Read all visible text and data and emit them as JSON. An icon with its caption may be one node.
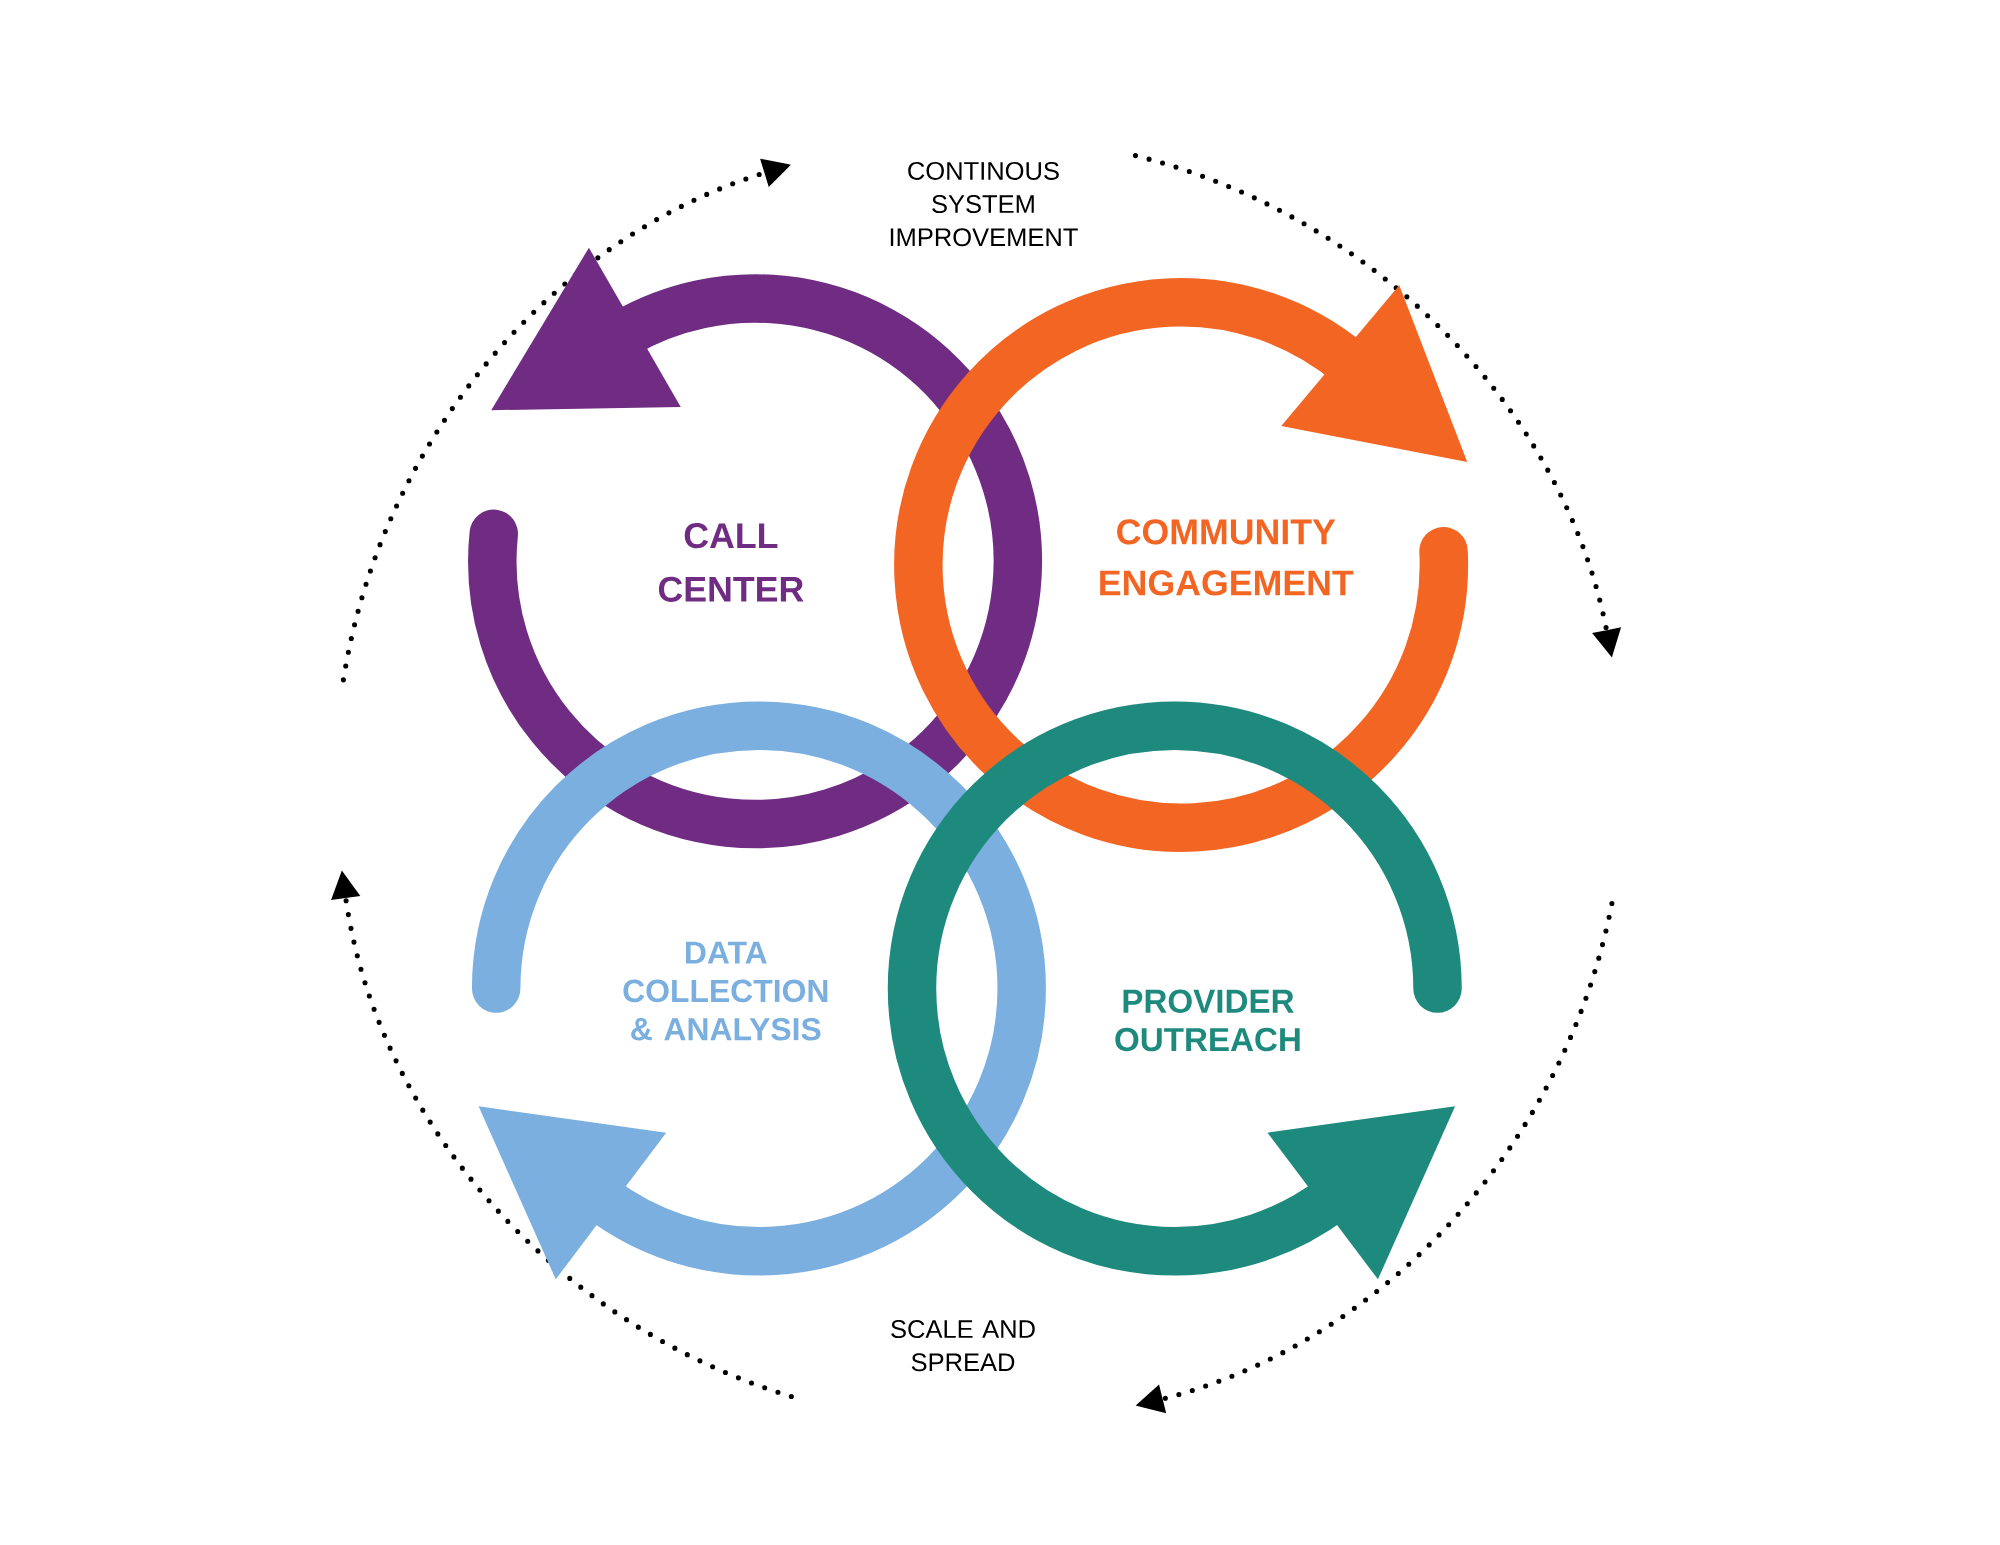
{
  "diagram": {
    "nodes": [
      {
        "text": [
          "CALL CENTER"
        ]
      },
      {
        "text": [
          "COMMUNITY ENGAGEMENT"
        ]
      },
      {
        "text": [
          "DATA COLLECTION & ANALYSIS"
        ]
      },
      {
        "text": [
          "PROVIDER OUTREACH"
        ]
      }
    ],
    "labels": [
      "CONTINOUS SYSTEM IMPROVEMENT",
      "SCALE AND SPREAD"
    ]
  }
}
